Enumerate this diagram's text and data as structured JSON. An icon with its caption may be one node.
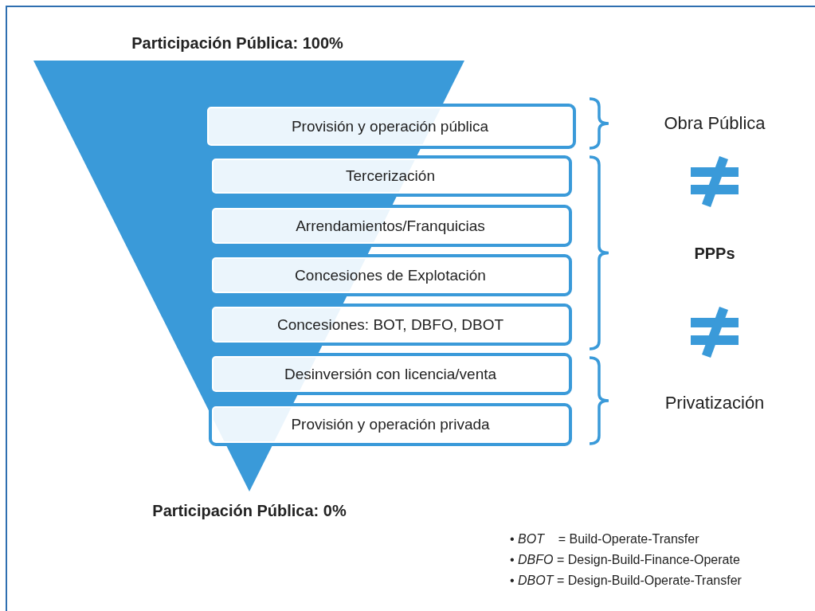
{
  "diagram": {
    "nodes": [
      {
        "text": [
          "Provisión y operación pública"
        ]
      },
      {
        "text": [
          "Tercerización"
        ]
      },
      {
        "text": [
          "Arrendamientos/Franquicias"
        ]
      },
      {
        "text": [
          "Concesiones de Explotación"
        ]
      },
      {
        "text": [
          "Concesiones: BOT, DBFO, DBOT"
        ]
      },
      {
        "text": [
          "Desinversión con licencia/venta"
        ]
      },
      {
        "text": [
          "Provisión y operación privada"
        ]
      }
    ],
    "labels": [
      "Participación Pública: 100%",
      "Obra Pública",
      "PPPs",
      "Privatización",
      "Participación Pública: 0%",
      "• *BOT*    = Build-Operate-Transfer",
      "• *DBFO* = Design-Build-Finance-Operate",
      "• *DBOT* = Design-Build-Operate-Transfer"
    ]
  }
}
